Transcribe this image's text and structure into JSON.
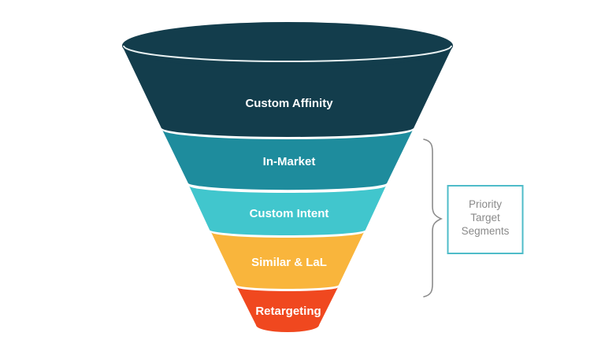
{
  "diagram": {
    "type": "funnel",
    "background_color": "#FFFFFF",
    "segments": [
      {
        "label": "Custom Affinity",
        "color": "#133D4C"
      },
      {
        "label": "In-Market",
        "color": "#1E8C9D"
      },
      {
        "label": "Custom Intent",
        "color": "#41C6CD"
      },
      {
        "label": "Similar & LaL",
        "color": "#F9B53C"
      },
      {
        "label": "Retargeting",
        "color": "#F0481F"
      }
    ],
    "segment_label_color": "#FFFFFF",
    "rim_line_color": "#E9F1F2",
    "brace_color": "#8C8C8C",
    "annotation_box": {
      "lines": [
        "Priority",
        "Target",
        "Segments"
      ],
      "border_color": "#4FBCC9",
      "fill_color": "#FFFFFF",
      "text_color": "#8A8A8A"
    }
  }
}
